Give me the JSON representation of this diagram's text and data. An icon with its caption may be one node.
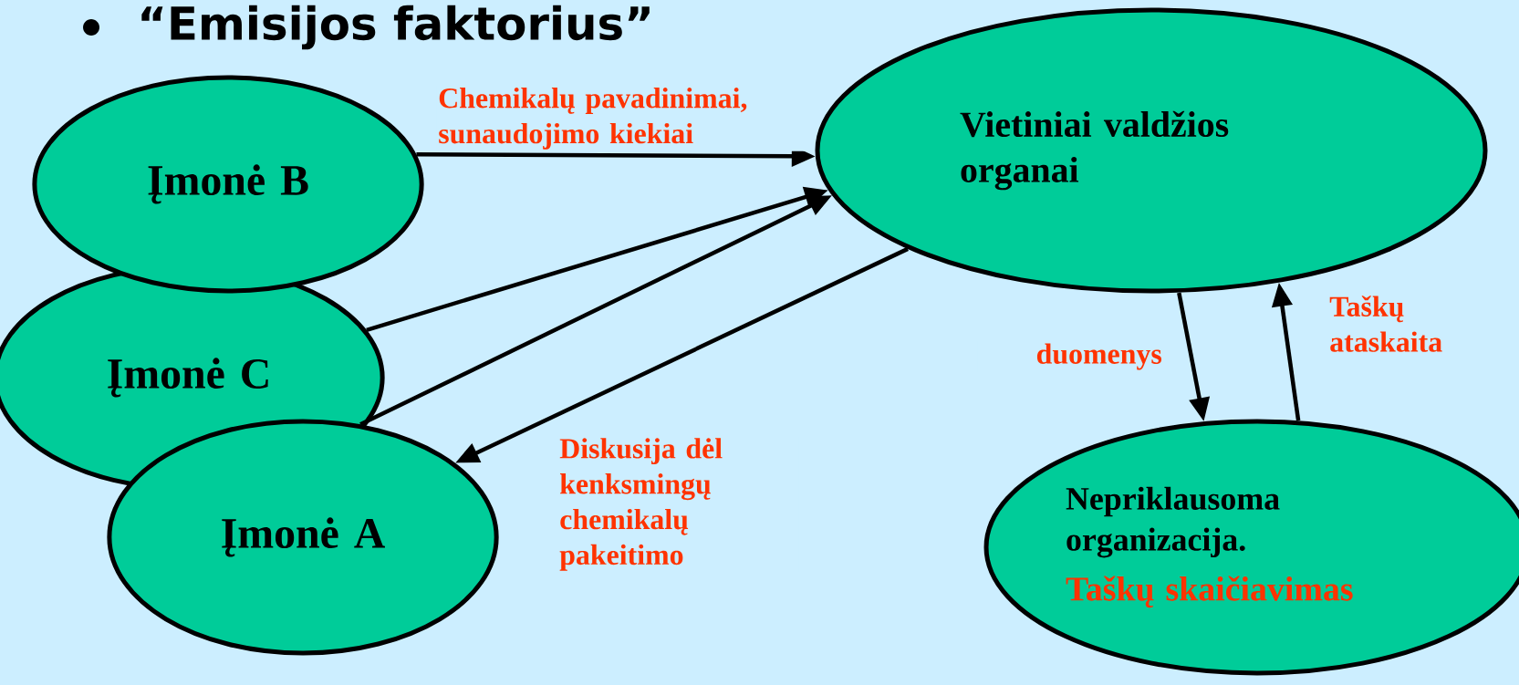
{
  "diagram": {
    "title": "“Emisijos faktorius”",
    "nodes": [
      {
        "text": [
          "Įmonė B"
        ]
      },
      {
        "text": [
          "Įmonė C"
        ]
      },
      {
        "text": [
          "Įmonė A"
        ]
      },
      {
        "text": [
          "Vietiniai valdžios organai"
        ]
      },
      {
        "text": [
          "Nepriklausoma organizacija.",
          "Taškų skaičiavimas"
        ]
      }
    ],
    "edges": [
      {
        "from": 0,
        "to": 3,
        "arrow": "to",
        "label": "Chemikalų pavadinimai, sunaudojimo kiekiai"
      },
      {
        "from": 1,
        "to": 3,
        "arrow": "to"
      },
      {
        "from": 2,
        "to": 3,
        "arrow": "to"
      },
      {
        "from": 3,
        "to": 2,
        "arrow": "to",
        "label": "Diskusija dėl kenksmingų chemikalų pakeitimo"
      },
      {
        "from": 3,
        "to": 4,
        "arrow": "to",
        "label": "duomenys"
      },
      {
        "from": 4,
        "to": 3,
        "arrow": "to",
        "label": "Taškų ataskaita"
      }
    ]
  }
}
